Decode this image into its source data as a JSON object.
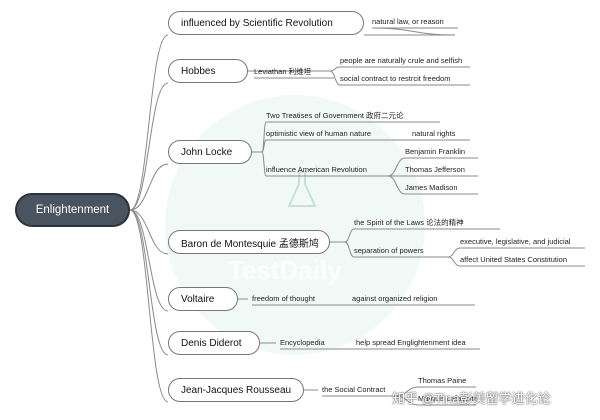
{
  "root": "Enlightenment",
  "branches": [
    {
      "node": "influenced by Scientific Revolution",
      "children": [
        {
          "label": "natural law, or reason"
        }
      ]
    },
    {
      "node": "Hobbes",
      "children": [
        {
          "label": "Leviathan 利维坦",
          "children": [
            "people are naturally crule and selfish",
            "social contract to restrcit freedom"
          ]
        }
      ]
    },
    {
      "node": "John Locke",
      "children": [
        {
          "label": "Two Treatises of Government 政府二元论"
        },
        {
          "label": "optimistic view of human nature",
          "children": [
            "natural rights"
          ]
        },
        {
          "label": "influence American Revolution",
          "children": [
            "Benjamin Franklin",
            "Thomas Jefferson",
            "James Madison"
          ]
        }
      ]
    },
    {
      "node": "Baron de Montesquie 孟德斯鸠",
      "children": [
        {
          "label": "the Spirit of the Laws 论法的精神"
        },
        {
          "label": "separation of powers",
          "children": [
            "executive, legislative, and judicial",
            "affect United States Constitution"
          ]
        }
      ]
    },
    {
      "node": "Voltaire",
      "children": [
        {
          "label": "freedom of thought",
          "children": [
            "against organized religion"
          ]
        }
      ]
    },
    {
      "node": "Denis Diderot",
      "children": [
        {
          "label": "Encyclopedia",
          "children": [
            "help spread Englightenment idea"
          ]
        }
      ]
    },
    {
      "node": "Jean-Jacques Rousseau",
      "children": [
        {
          "label": "the Social Contract",
          "children": [
            "Thomas Paine",
            "Marquis Lafayette"
          ]
        }
      ]
    }
  ],
  "watermark": {
    "text": "TestDaily",
    "credit": "知乎 @Tina彭美留学进化论"
  },
  "colors": {
    "root_fill": "#4a5360",
    "line": "#8a8a8a",
    "watermark": "#e6f4ef"
  }
}
